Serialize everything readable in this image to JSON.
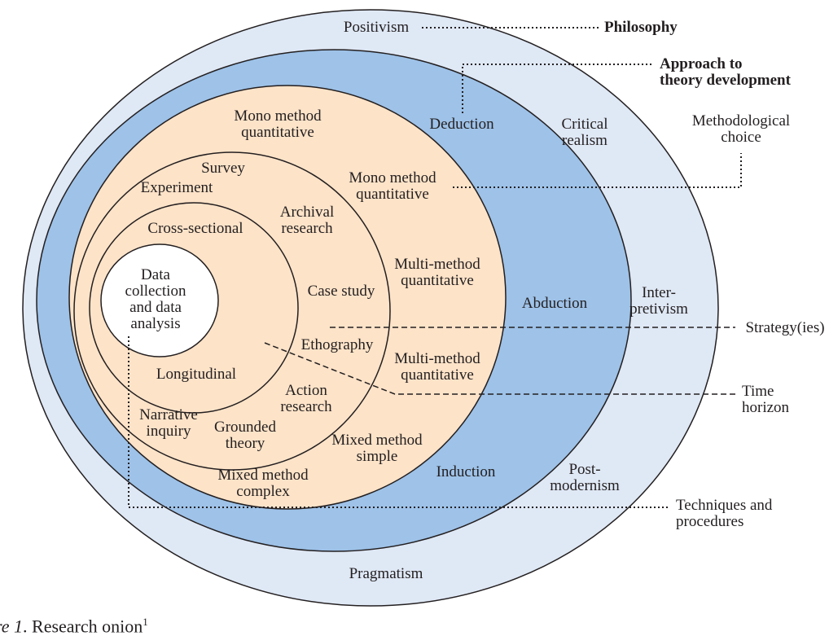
{
  "colors": {
    "outer_layer": "#dfe8f5",
    "second_layer": "#9ec2e8",
    "inner_layer": "#fde3c8",
    "core": "#ffffff",
    "stroke": "#231f20"
  },
  "layers": {
    "philosophy": {
      "label": "Philosophy",
      "items": [
        "Positivism",
        "Critical\nrealism",
        "Inter-\npretivism",
        "Post-\nmodernism",
        "Pragmatism"
      ]
    },
    "approach": {
      "label": "Approach to\ntheory development",
      "items": [
        "Deduction",
        "Abduction",
        "Induction"
      ]
    },
    "methodological_choice": {
      "label": "Methodological\nchoice",
      "items": [
        "Mono method\nquantitative",
        "Mono method\nquantitative",
        "Multi-method\nquantitative",
        "Multi-method\nquantitative",
        "Mixed method\nsimple",
        "Mixed method\ncomplex"
      ]
    },
    "strategies": {
      "label": "Strategy(ies)",
      "items": [
        "Survey",
        "Experiment",
        "Archival\nresearch",
        "Case study",
        "Ethography",
        "Action\nresearch",
        "Grounded\ntheory",
        "Narrative\ninquiry"
      ]
    },
    "time_horizon": {
      "label": "Time\nhorizon",
      "items": [
        "Cross-sectional",
        "Longitudinal"
      ]
    },
    "techniques": {
      "label": "Techniques and\nprocedures",
      "items": [
        "Data\ncollection\nand data\nanalysis"
      ]
    }
  },
  "caption": {
    "prefix": "re 1",
    "text": ". Research onion",
    "footnote": "1"
  }
}
